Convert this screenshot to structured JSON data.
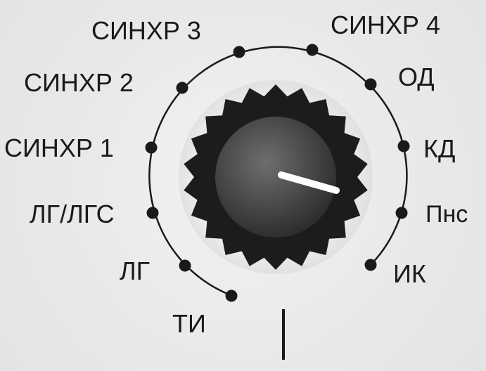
{
  "selector": {
    "positions": [
      {
        "id": "ti",
        "label": "ТИ"
      },
      {
        "id": "lg",
        "label": "ЛГ"
      },
      {
        "id": "lg-lgs",
        "label": "ЛГ/ЛГС"
      },
      {
        "id": "sync1",
        "label": "СИНХР 1"
      },
      {
        "id": "sync2",
        "label": "СИНХР 2"
      },
      {
        "id": "sync3",
        "label": "СИНХР 3"
      },
      {
        "id": "sync4",
        "label": "СИНХР 4"
      },
      {
        "id": "od",
        "label": "ОД"
      },
      {
        "id": "kd",
        "label": "КД"
      },
      {
        "id": "pns",
        "label": "Пнс"
      },
      {
        "id": "ik",
        "label": "ИК"
      }
    ]
  },
  "colors": {
    "ink": "#1a1a1a",
    "knob_dark": "#1c1c1c",
    "knob_cap": "#555555",
    "pointer": "#ffffff"
  },
  "icons": {
    "knob": "rotary-selector-knob-icon",
    "pointer": "knob-pointer-icon",
    "dot": "position-dot-icon",
    "index_mark": "index-mark-icon"
  }
}
